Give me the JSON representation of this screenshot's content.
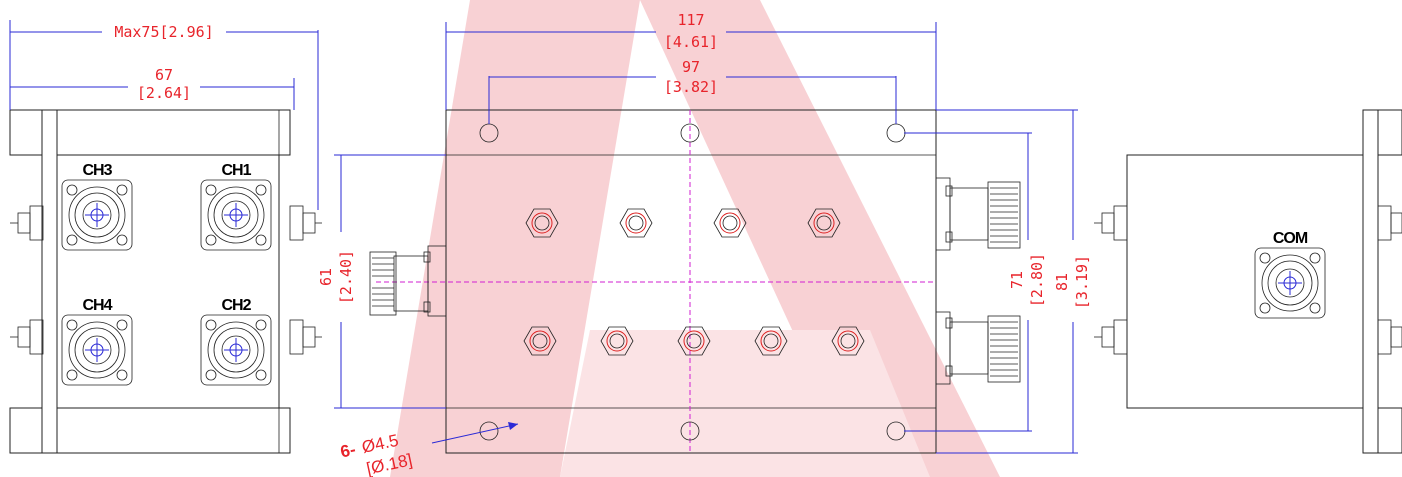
{
  "colors": {
    "dimension_text": "#e8242b",
    "dimension_line": "#2a2ad6",
    "centerline": "#d21fd2",
    "outline": "#222222",
    "watermark": "#f6c9cc"
  },
  "left_view": {
    "max_width": "Max75[2.96]",
    "width_mm": "67",
    "width_in": "[2.64]",
    "ports": [
      "CH3",
      "CH1",
      "CH4",
      "CH2"
    ]
  },
  "front_view": {
    "length_mm": "117",
    "length_in": "[4.61]",
    "hole_span_mm": "97",
    "hole_span_in": "[3.82]",
    "height_mm": "61",
    "height_in": "[2.40]",
    "flange_span_mm": "71",
    "flange_span_in": "[2.80]",
    "overall_mm": "81",
    "overall_in": "[3.19]",
    "hole_count": "6-",
    "hole_dia_mm": "Ø4.5",
    "hole_dia_in": "[Ø.18]"
  },
  "right_view": {
    "port": "COM"
  }
}
